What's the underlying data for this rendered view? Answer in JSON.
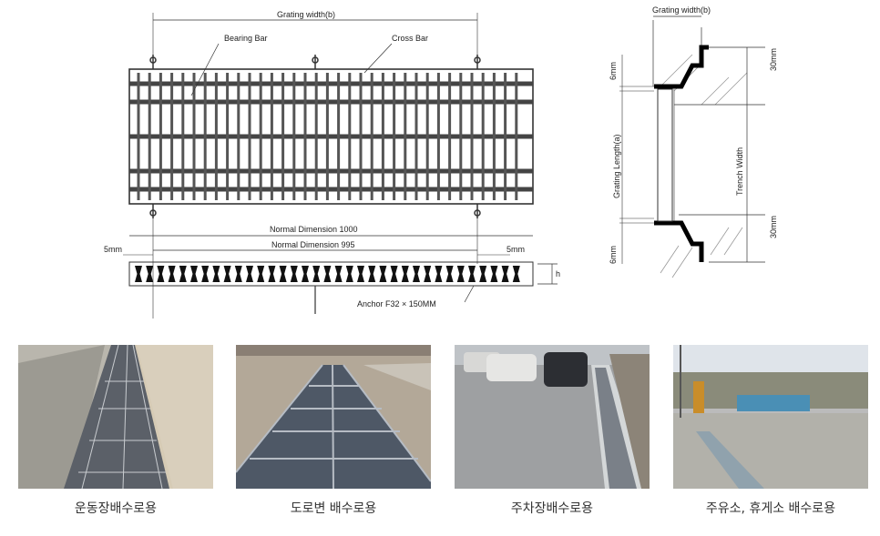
{
  "drawing": {
    "grating_width": "Grating width(b)",
    "bearing_bar": "Bearing Bar",
    "cross_bar": "Cross Bar",
    "normal_dim_1000": "Normal Dimension 1000",
    "normal_dim_995": "Normal Dimension 995",
    "gap_left": "5mm",
    "gap_right": "5mm",
    "height_h": "h",
    "anchor": "Anchor F32 × 150MM"
  },
  "section": {
    "grating_width": "Grating width(b)",
    "six_mm_top": "6mm",
    "six_mm_bottom": "6mm",
    "thirty_mm_top": "30mm",
    "thirty_mm_bottom": "30mm",
    "grating_length": "Grating Length(a)",
    "trench_width": "Trench Width"
  },
  "photos": [
    {
      "caption": "운동장배수로용"
    },
    {
      "caption": "도로변 배수로용"
    },
    {
      "caption": "주차장배수로용"
    },
    {
      "caption": "주유소, 휴게소 배수로용"
    }
  ]
}
